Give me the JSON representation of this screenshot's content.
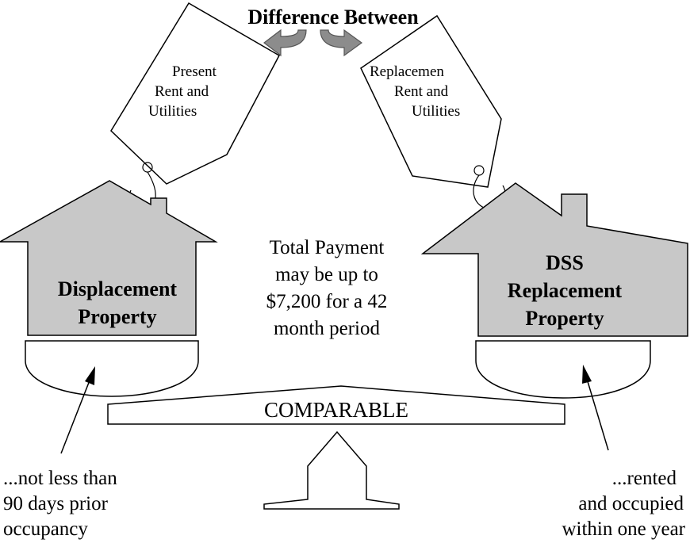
{
  "title": "Difference Between",
  "tags": {
    "present": [
      "Present",
      "Rent and",
      "Utilities"
    ],
    "replacement": [
      "Replacemen",
      "Rent and",
      "Utilities"
    ]
  },
  "houses": {
    "displacement": [
      "Displacement",
      "Property"
    ],
    "replacement": [
      "DSS",
      "Replacement",
      "Property"
    ]
  },
  "payment": [
    "Total Payment",
    "may be up to",
    "$7,200 for a 42",
    "month period"
  ],
  "balance_label": "COMPARABLE",
  "notes": {
    "left": [
      "...not less than",
      "90 days prior",
      "occupancy"
    ],
    "right": [
      "...rented",
      "and occupied",
      "within one year"
    ]
  },
  "colors": {
    "house_fill": "#c8c8c8",
    "arrow_fill": "#8c8c8c",
    "stroke": "#000000"
  }
}
